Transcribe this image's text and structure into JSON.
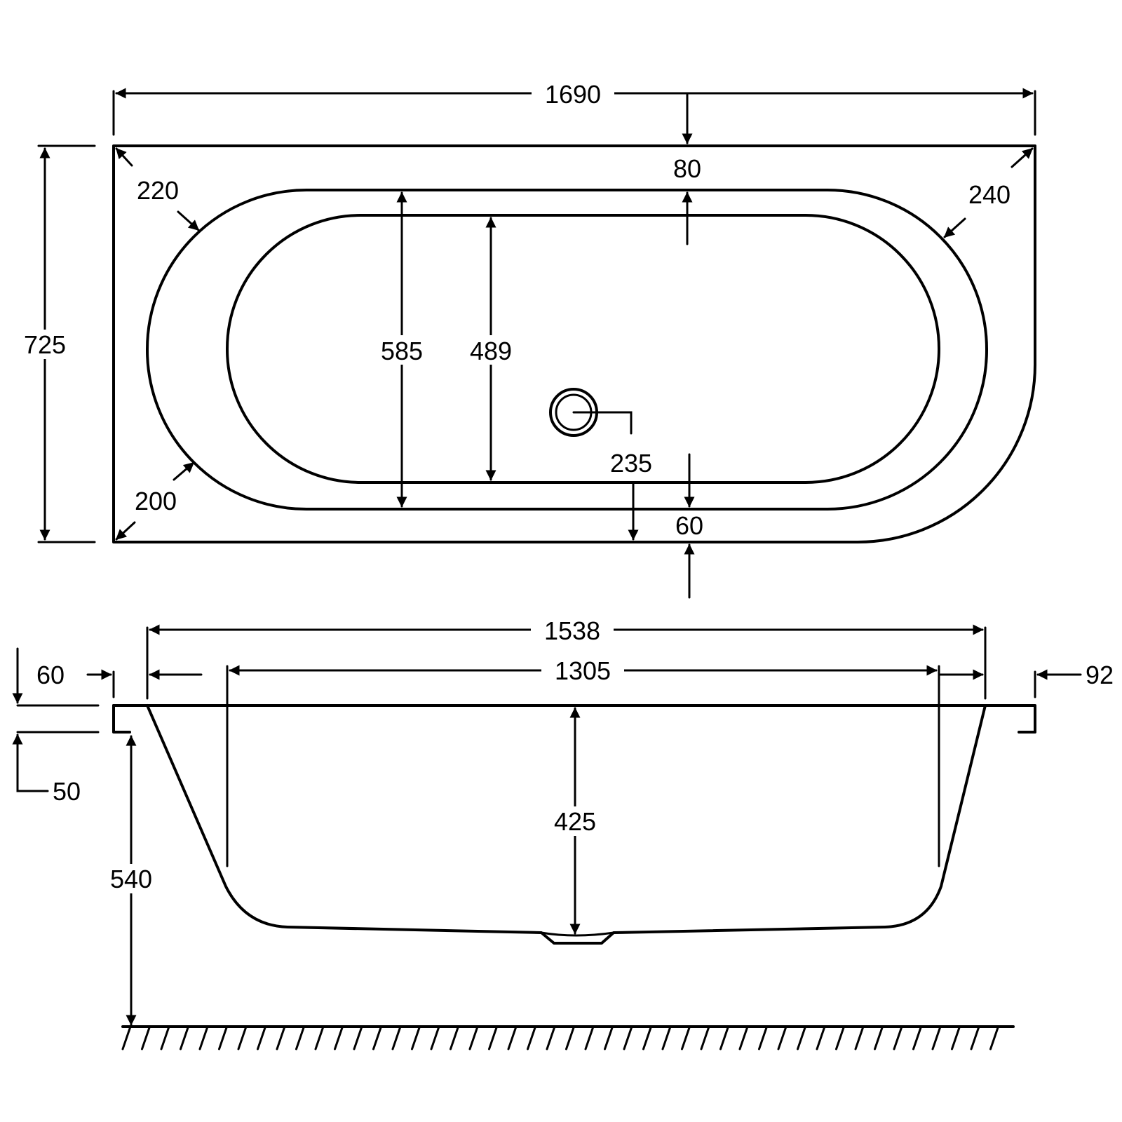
{
  "plan_view": {
    "overall_length": "1690",
    "overall_width": "725",
    "rim_top": "80",
    "rim_bottom": "60",
    "inner_width": "585",
    "floor_width": "489",
    "drain_offset": "235",
    "corner_top_left": "220",
    "corner_top_right": "240",
    "corner_bottom_left": "200"
  },
  "side_view": {
    "top_length": "1538",
    "bottom_length": "1305",
    "depth": "425",
    "total_height": "540",
    "rim_left": "60",
    "rim_right": "92",
    "rim_thickness": "50"
  }
}
